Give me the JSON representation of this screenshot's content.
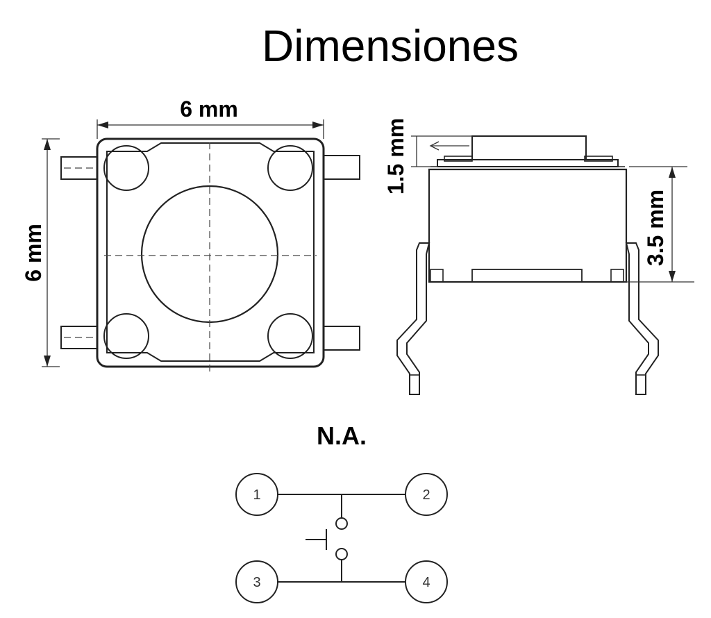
{
  "title": "Dimensiones",
  "top_view": {
    "width_label": "6 mm",
    "height_label": "6 mm"
  },
  "side_view": {
    "actuator_label": "1.5 mm",
    "body_label": "3.5 mm"
  },
  "schematic": {
    "label": "N.A.",
    "pins": [
      "1",
      "2",
      "3",
      "4"
    ]
  }
}
